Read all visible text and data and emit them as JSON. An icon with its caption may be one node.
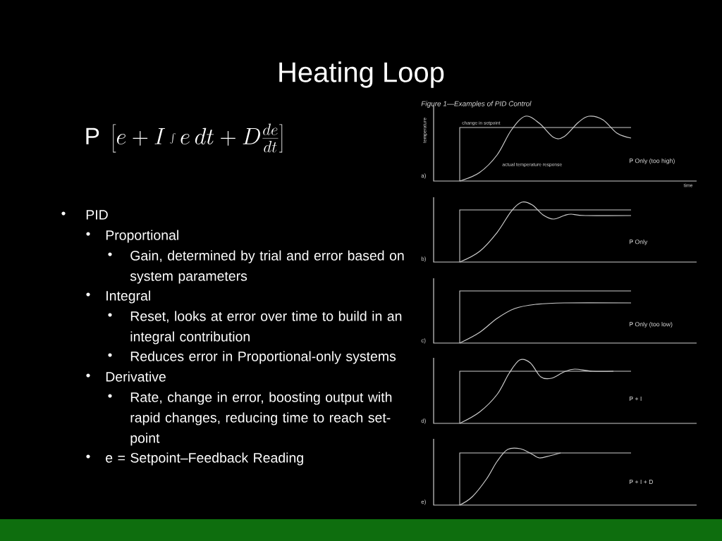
{
  "diagram": {
    "title": "Heating Loop",
    "labels": [
      "\\mathrm{P}\\;\\left[e+I\\int e\\,dt+D\\frac{de}{dt}\\right]",
      "PID",
      "Proportional",
      "Gain, determined by trial and error based on system parameters",
      "Integral",
      "Reset, looks at error over time to build in an integral contribution",
      "Reduces error in Proportional-only systems",
      "Derivative",
      "Rate, change in error, boosting output with rapid changes, reducing time to reach set-point",
      "e = Setpoint–Feedback Reading",
      "Figure 1—Examples of PID Control",
      "temperature",
      "change in setpoint",
      "actual temperature response",
      "P Only (too high)",
      "a)",
      "time",
      "P Only",
      "b)",
      "P Only (too low)",
      "c)",
      "P + I",
      "d)",
      "P + I + D",
      "e)"
    ]
  }
}
